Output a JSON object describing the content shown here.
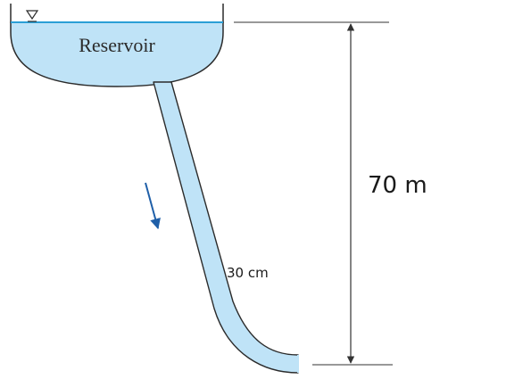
{
  "labels": {
    "reservoir": "Reservoir",
    "height": "70 m",
    "diameter": "30 cm"
  },
  "icons": {
    "free_surface": "water-surface-triangle-icon",
    "flow_direction": "flow-direction-arrow-icon"
  },
  "colors": {
    "water": "#bfe3f7",
    "outline": "#2b2b2b",
    "free_surface": "#2a9fd6",
    "flow_arrow": "#1f5fa8",
    "dimension": "#333333"
  }
}
